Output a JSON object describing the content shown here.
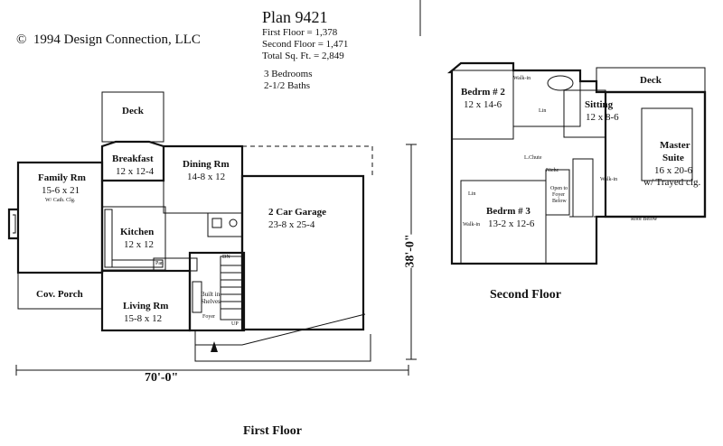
{
  "header": {
    "copyright": "©  1994 Design Connection, LLC",
    "plan_title": "Plan 9421",
    "stats": [
      "First Floor = 1,378",
      "Second Floor = 1,471",
      "Total Sq. Ft. = 2,849"
    ],
    "bedrooms": "3 Bedrooms",
    "baths": "2-1/2 Baths"
  },
  "first_floor": {
    "label": "First Floor",
    "width_dim": "70'-0\"",
    "depth_dim": "38'-0\"",
    "rooms": {
      "deck": {
        "name": "Deck"
      },
      "breakfast": {
        "name": "Breakfast",
        "size": "12 x 12-4"
      },
      "dining": {
        "name": "Dining Rm",
        "size": "14-8 x 12"
      },
      "family": {
        "name": "Family Rm",
        "size": "15-6 x 21",
        "note": "W/ Cath. Clg."
      },
      "kitchen": {
        "name": "Kitchen",
        "size": "12 x 12"
      },
      "garage": {
        "name": "2 Car Garage",
        "size": "23-8 x 25-4"
      },
      "porch": {
        "name": "Cov. Porch"
      },
      "living": {
        "name": "Living Rm",
        "size": "15-8 x 12"
      },
      "shelves": {
        "name": "Built in",
        "name2": "Shelves"
      },
      "foyer": {
        "name": "Foyer"
      },
      "pan": {
        "name": "Pan"
      },
      "dn": {
        "name": "DN"
      },
      "up": {
        "name": "UP"
      }
    }
  },
  "second_floor": {
    "label": "Second Floor",
    "rooms": {
      "bed2": {
        "name": "Bedrm # 2",
        "size": "12 x 14-6"
      },
      "sitting": {
        "name": "Sitting",
        "size": "12 x 8-6"
      },
      "deck": {
        "name": "Deck"
      },
      "master": {
        "name": "Master",
        "name2": "Suite",
        "size": "16 x 20-6",
        "note": "w/ Trayed clg."
      },
      "bed3": {
        "name": "Bedrm # 3",
        "size": "13-2 x 12-6"
      },
      "walkin_top": {
        "name": "Walk-in"
      },
      "walkin_master": {
        "name": "Walk-in"
      },
      "walkin_bed3": {
        "name": "Walk-in"
      },
      "lin1": {
        "name": "Lin"
      },
      "lin2": {
        "name": "Lin"
      },
      "lchute": {
        "name": "L.Chute"
      },
      "niche": {
        "name": "Niche"
      },
      "open_to": {
        "l1": "Open to",
        "l2": "Foyer",
        "l3": "Below"
      },
      "roof_below": {
        "name": "Roof Below"
      }
    }
  }
}
